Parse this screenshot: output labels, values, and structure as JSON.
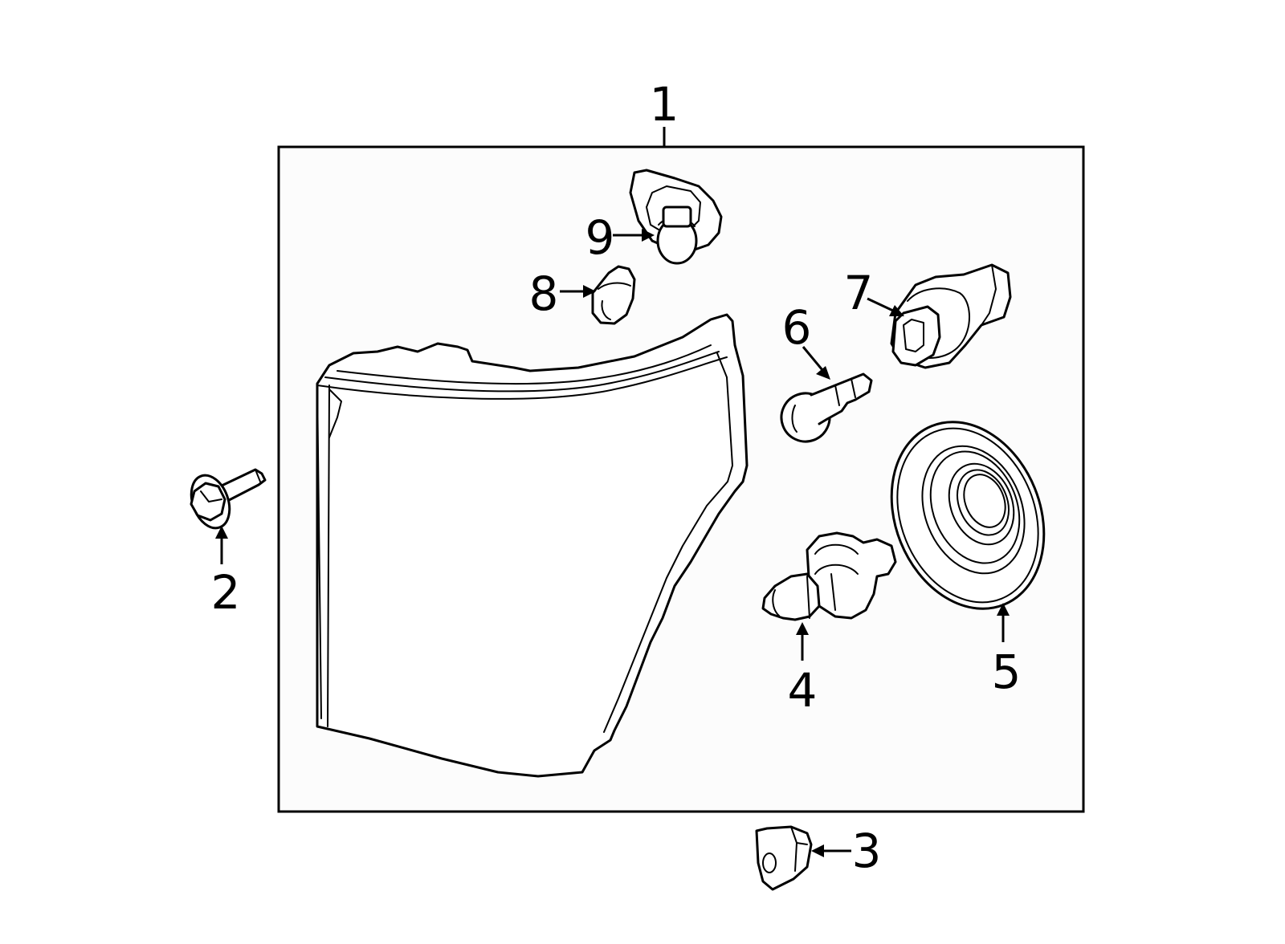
{
  "diagram": {
    "callouts": [
      {
        "id": "1",
        "label": "1",
        "part": "headlamp-assembly"
      },
      {
        "id": "2",
        "label": "2",
        "part": "bolt"
      },
      {
        "id": "3",
        "label": "3",
        "part": "clip-nut"
      },
      {
        "id": "4",
        "label": "4",
        "part": "headlamp-bulb"
      },
      {
        "id": "5",
        "label": "5",
        "part": "seal-cover"
      },
      {
        "id": "6",
        "label": "6",
        "part": "side-marker-bulb"
      },
      {
        "id": "7",
        "label": "7",
        "part": "bulb-socket"
      },
      {
        "id": "8",
        "label": "8",
        "part": "small-bulb"
      },
      {
        "id": "9",
        "label": "9",
        "part": "turn-signal-bulb-socket"
      }
    ],
    "colors": {
      "line": "#000000",
      "background": "#ffffff",
      "frame_fill": "#fcfcfc"
    }
  }
}
